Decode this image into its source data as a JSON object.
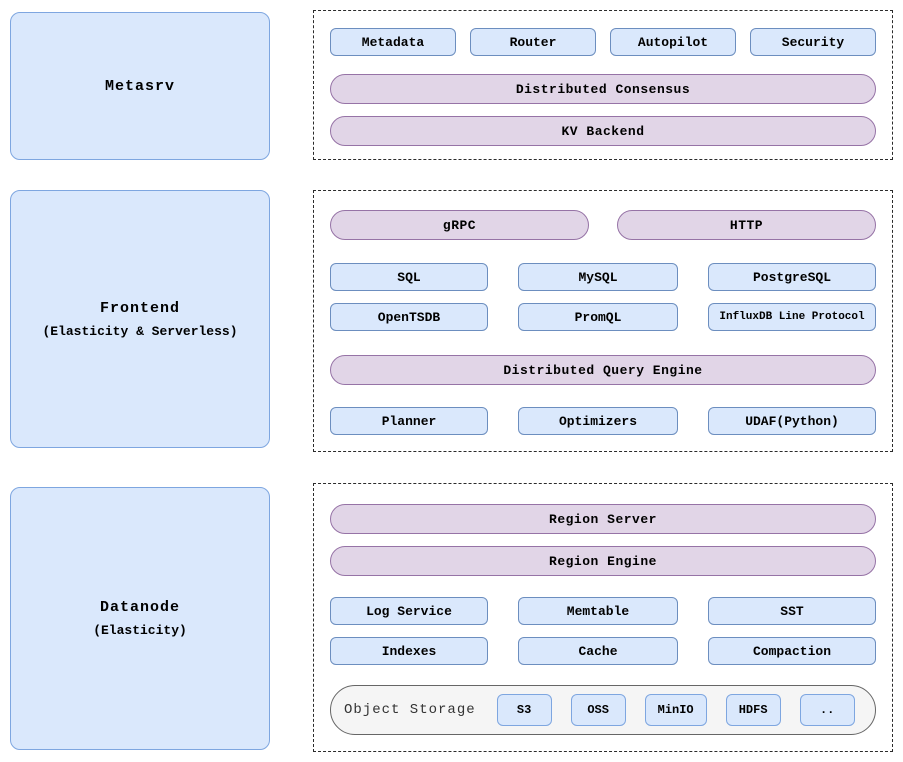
{
  "metasrv": {
    "label": "Metasrv",
    "boxes": [
      "Metadata",
      "Router",
      "Autopilot",
      "Security"
    ],
    "consensus_pill": "Distributed Consensus",
    "kv_pill": "KV Backend"
  },
  "frontend": {
    "label": "Frontend",
    "sublabel": "(Elasticity & Serverless)",
    "protocol_pills": [
      "gRPC",
      "HTTP"
    ],
    "protocols_row1": [
      "SQL",
      "MySQL",
      "PostgreSQL"
    ],
    "protocols_row2": [
      "OpenTSDB",
      "PromQL",
      "InfluxDB Line Protocol"
    ],
    "query_engine_pill": "Distributed Query Engine",
    "engine_boxes": [
      "Planner",
      "Optimizers",
      "UDAF(Python)"
    ]
  },
  "datanode": {
    "label": "Datanode",
    "sublabel": "(Elasticity)",
    "region_server_pill": "Region Server",
    "region_engine_pill": "Region Engine",
    "row1": [
      "Log Service",
      "Memtable",
      "SST"
    ],
    "row2": [
      "Indexes",
      "Cache",
      "Compaction"
    ],
    "object_storage": {
      "label": "Object Storage",
      "backends": [
        "S3",
        "OSS",
        "MinIO",
        "HDFS",
        ".."
      ]
    }
  },
  "colors": {
    "box_fill": "#dae8fc",
    "box_border": "#6c8ebf",
    "big_box_border": "#7ea6e0",
    "pill_fill": "#e1d5e7",
    "pill_border": "#9673a6",
    "storage_fill": "#f5f5f5",
    "storage_border": "#666666",
    "dashed_border": "#2b2b2b"
  }
}
